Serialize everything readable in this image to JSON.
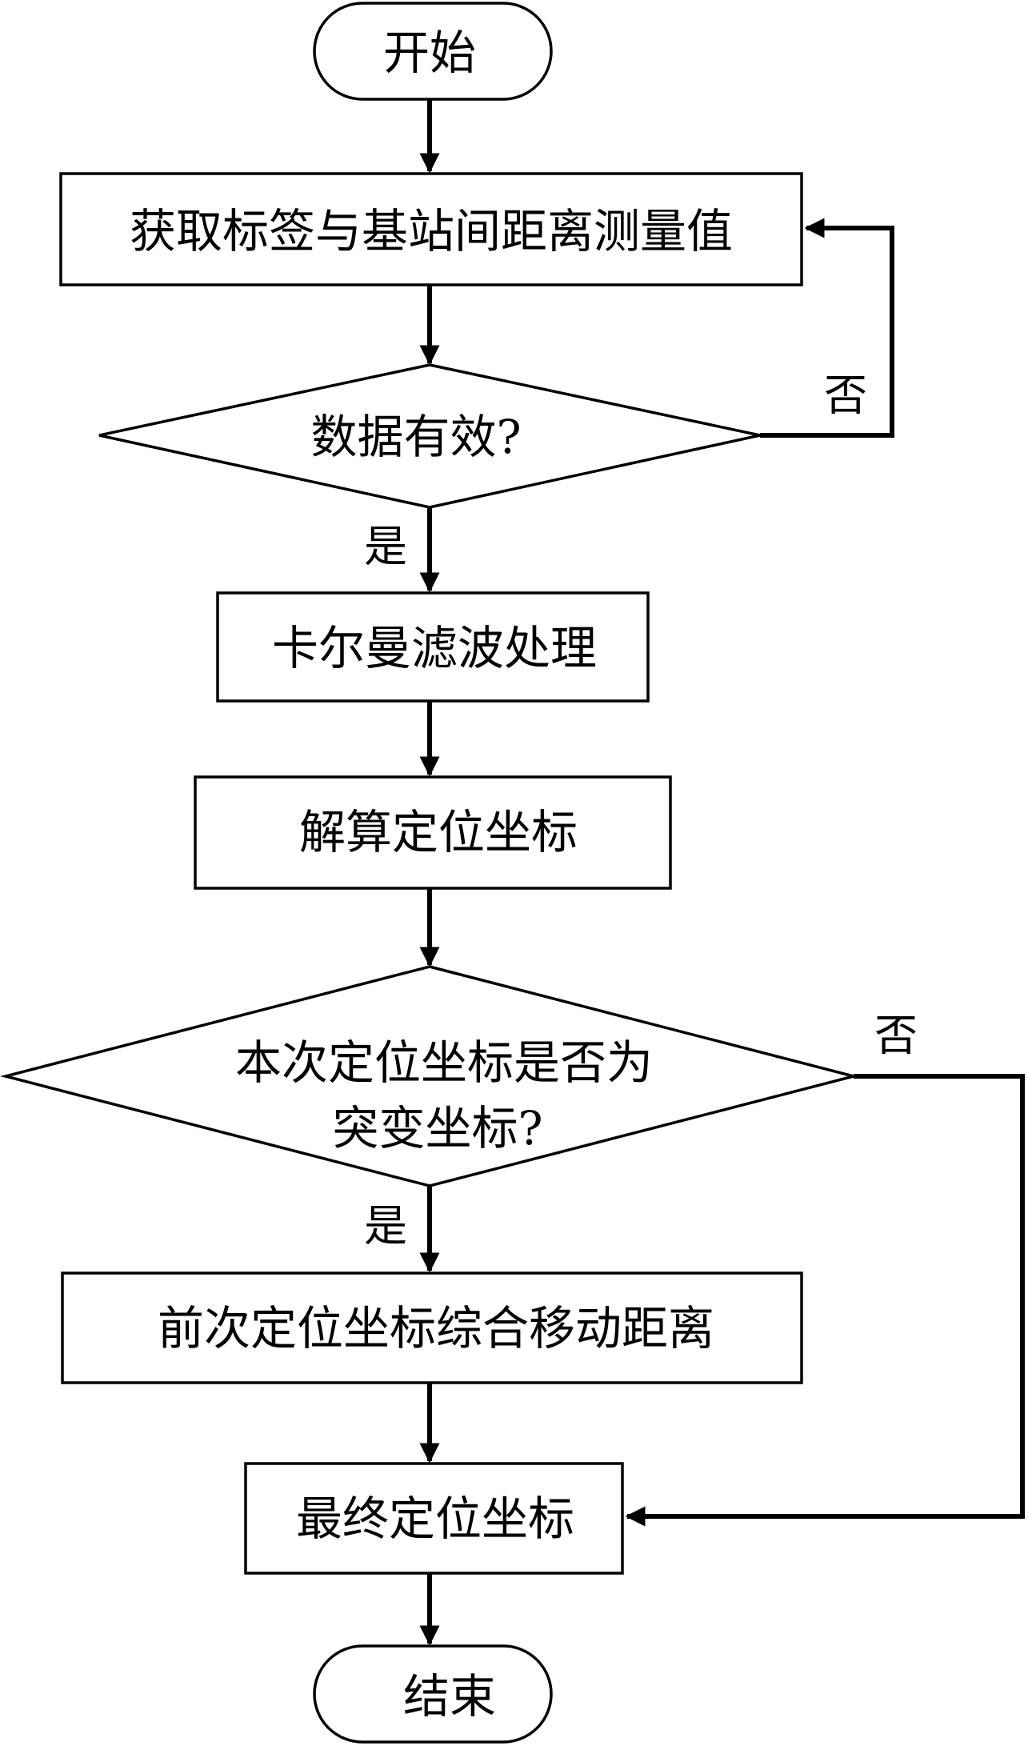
{
  "nodes": {
    "start": "开始",
    "get_distance": "获取标签与基站间距离测量值",
    "data_valid": "数据有效?",
    "kalman": "卡尔曼滤波处理",
    "solve_coords": "解算定位坐标",
    "is_mutation_line1": "本次定位坐标是否为",
    "is_mutation_line2": "突变坐标?",
    "combine": "前次定位坐标综合移动距离",
    "final_coords": "最终定位坐标",
    "end": "结束"
  },
  "labels": {
    "no": "否",
    "yes": "是"
  },
  "colors": {
    "stroke": "#000000",
    "fill": "#ffffff",
    "text": "#000000"
  }
}
